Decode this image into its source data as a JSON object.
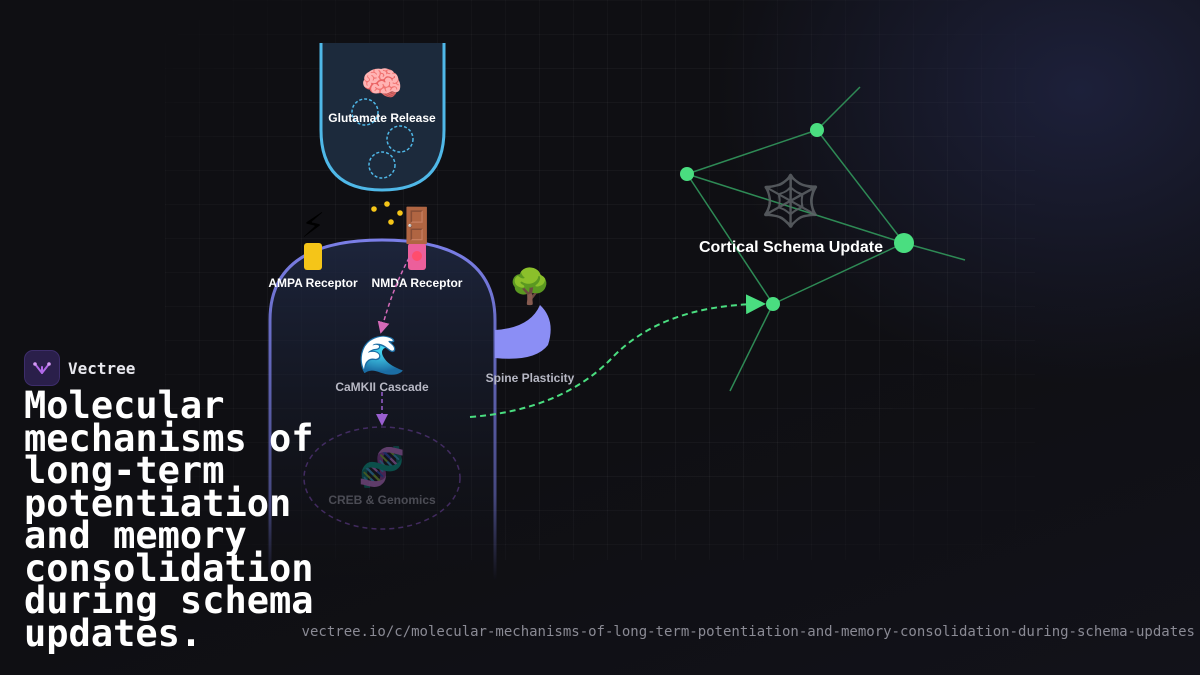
{
  "brand": {
    "name": "Vectree"
  },
  "headline": "Molecular mechanisms of long-term potentiation and memory consolidation during schema updates.",
  "url": "vectree.io/c/molecular-mechanisms-of-long-term-potentiation-and-memory-consolidation-during-schema-updates",
  "diagram": {
    "nodes": {
      "glutamate": {
        "label": "Glutamate Release",
        "icon": "🧠"
      },
      "ampa": {
        "label": "AMPA Receptor",
        "icon": "⚡"
      },
      "nmda": {
        "label": "NMDA Receptor",
        "icon": "🚪"
      },
      "camkii": {
        "label": "CaMKII Cascade",
        "icon": "🌊"
      },
      "creb": {
        "label": "CREB & Genomics",
        "icon": "🧬"
      },
      "spine": {
        "label": "Spine Plasticity",
        "icon": "🌳"
      },
      "cortical": {
        "label": "Cortical Schema Update",
        "icon": "🕸️"
      }
    },
    "colors": {
      "presynaptic": "#4fb8e8",
      "postsynaptic": "#7b7fe8",
      "ampa": "#f5c518",
      "nmda": "#ec5f9b",
      "spine": "#8b8ef5",
      "network": "#4ade80",
      "arrow": "#d46ab8"
    }
  }
}
